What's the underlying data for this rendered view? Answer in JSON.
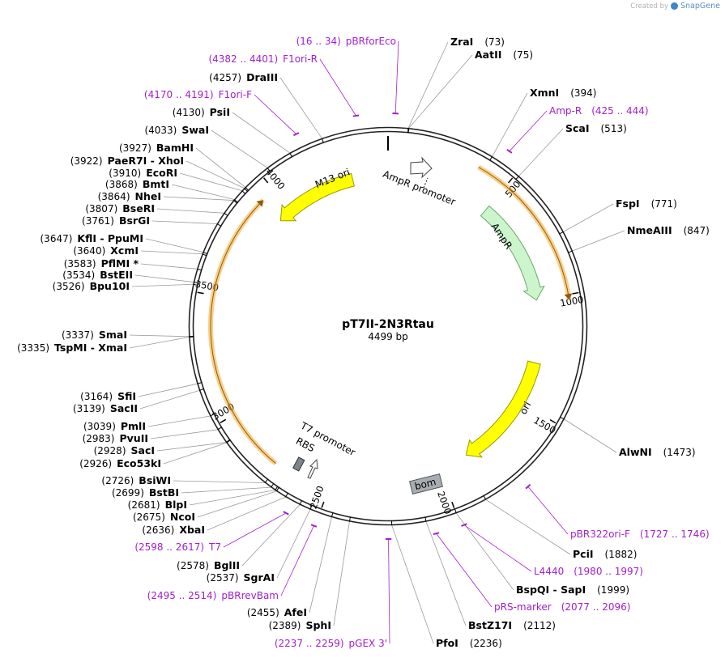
{
  "credit": {
    "prefix": "Created by",
    "brand": "SnapGene"
  },
  "plasmid": {
    "name": "pT7II-2N3Rtau",
    "length_label": "4499 bp",
    "length": 4499
  },
  "ticks": [
    {
      "bp": 500,
      "label": "500"
    },
    {
      "bp": 1000,
      "label": "1000"
    },
    {
      "bp": 1500,
      "label": "1500"
    },
    {
      "bp": 2000,
      "label": "2000"
    },
    {
      "bp": 2500,
      "label": "2500"
    },
    {
      "bp": 3000,
      "label": "3000"
    },
    {
      "bp": 3500,
      "label": "3500"
    },
    {
      "bp": 4000,
      "label": "4000"
    }
  ],
  "features": [
    {
      "name": "AmpR",
      "label": "AmpR",
      "start": 500,
      "end": 1000,
      "color": "#ccf5cc",
      "stroke": "#6aa86a"
    },
    {
      "name": "ori",
      "label": "ori",
      "start": 1300,
      "end": 1860,
      "color": "#ffff00",
      "stroke": "#999900"
    },
    {
      "name": "M13 ori",
      "label": "M13 ori",
      "start": 4330,
      "end": 3930,
      "color": "#ffff00",
      "stroke": "#999900"
    }
  ],
  "small_features": [
    {
      "name": "AmpR promoter",
      "label": "AmpR promoter",
      "type": "promoter"
    },
    {
      "name": "bom",
      "label": "bom",
      "type": "misc"
    },
    {
      "name": "T7 promoter",
      "label": "T7 promoter",
      "type": "promoter"
    },
    {
      "name": "RBS",
      "label": "RBS",
      "type": "rbs"
    }
  ],
  "sites": [
    {
      "name": "ZraI",
      "pos": "(73)",
      "bp": 73
    },
    {
      "name": "AatII",
      "pos": "(75)",
      "bp": 75
    },
    {
      "name": "XmnI",
      "pos": "(394)",
      "bp": 394
    },
    {
      "name": "ScaI",
      "pos": "(513)",
      "bp": 513
    },
    {
      "name": "FspI",
      "pos": "(771)",
      "bp": 771
    },
    {
      "name": "NmeAIII",
      "pos": "(847)",
      "bp": 847
    },
    {
      "name": "AlwNI",
      "pos": "(1473)",
      "bp": 1473
    },
    {
      "name": "PciI",
      "pos": "(1882)",
      "bp": 1882
    },
    {
      "name": "BspQI - SapI",
      "pos": "(1999)",
      "bp": 1999
    },
    {
      "name": "BstZ17I",
      "pos": "(2112)",
      "bp": 2112
    },
    {
      "name": "PfoI",
      "pos": "(2236)",
      "bp": 2236
    },
    {
      "name": "SphI",
      "pos": "(2389)",
      "bp": 2389
    },
    {
      "name": "AfeI",
      "pos": "(2455)",
      "bp": 2455
    },
    {
      "name": "SgrAI",
      "pos": "(2537)",
      "bp": 2537
    },
    {
      "name": "BglII",
      "pos": "(2578)",
      "bp": 2578
    },
    {
      "name": "XbaI",
      "pos": "(2636)",
      "bp": 2636
    },
    {
      "name": "NcoI",
      "pos": "(2675)",
      "bp": 2675
    },
    {
      "name": "BlpI",
      "pos": "(2681)",
      "bp": 2681
    },
    {
      "name": "BstBI",
      "pos": "(2699)",
      "bp": 2699
    },
    {
      "name": "BsiWI",
      "pos": "(2726)",
      "bp": 2726
    },
    {
      "name": "Eco53kI",
      "pos": "(2926)",
      "bp": 2926
    },
    {
      "name": "SacI",
      "pos": "(2928)",
      "bp": 2928
    },
    {
      "name": "PvuII",
      "pos": "(2983)",
      "bp": 2983
    },
    {
      "name": "PmlI",
      "pos": "(3039)",
      "bp": 3039
    },
    {
      "name": "SacII",
      "pos": "(3139)",
      "bp": 3139
    },
    {
      "name": "SfiI",
      "pos": "(3164)",
      "bp": 3164
    },
    {
      "name": "TspMI - XmaI",
      "pos": "(3335)",
      "bp": 3335
    },
    {
      "name": "SmaI",
      "pos": "(3337)",
      "bp": 3337
    },
    {
      "name": "Bpu10I",
      "pos": "(3526)",
      "bp": 3526
    },
    {
      "name": "BstEII",
      "pos": "(3534)",
      "bp": 3534
    },
    {
      "name": "PflMI *",
      "pos": "(3583)",
      "bp": 3583
    },
    {
      "name": "XcmI",
      "pos": "(3640)",
      "bp": 3640
    },
    {
      "name": "KflI - PpuMI",
      "pos": "(3647)",
      "bp": 3647
    },
    {
      "name": "BsrGI",
      "pos": "(3761)",
      "bp": 3761
    },
    {
      "name": "BseRI",
      "pos": "(3807)",
      "bp": 3807
    },
    {
      "name": "NheI",
      "pos": "(3864)",
      "bp": 3864
    },
    {
      "name": "BmtI",
      "pos": "(3868)",
      "bp": 3868
    },
    {
      "name": "EcoRI",
      "pos": "(3910)",
      "bp": 3910
    },
    {
      "name": "PaeR7I - XhoI",
      "pos": "(3922)",
      "bp": 3922
    },
    {
      "name": "BamHI",
      "pos": "(3927)",
      "bp": 3927
    },
    {
      "name": "SwaI",
      "pos": "(4033)",
      "bp": 4033
    },
    {
      "name": "PsiI",
      "pos": "(4130)",
      "bp": 4130
    },
    {
      "name": "DraIII",
      "pos": "(4257)",
      "bp": 4257
    }
  ],
  "primers": [
    {
      "name": "pBRforEco",
      "range": "(16 .. 34)",
      "bp": 25
    },
    {
      "name": "Amp-R",
      "range": "(425 .. 444)",
      "bp": 434
    },
    {
      "name": "pBR322ori-F",
      "range": "(1727 .. 1746)",
      "bp": 1736
    },
    {
      "name": "L4440",
      "range": "(1980 .. 1997)",
      "bp": 1988
    },
    {
      "name": "pRS-marker",
      "range": "(2077 .. 2096)",
      "bp": 2086
    },
    {
      "name": "pGEX 3'",
      "range": "(2237 .. 2259)",
      "bp": 2248
    },
    {
      "name": "pBRrevBam",
      "range": "(2495 .. 2514)",
      "bp": 2504
    },
    {
      "name": "T7",
      "range": "(2598 .. 2617)",
      "bp": 2607
    },
    {
      "name": "F1ori-F",
      "range": "(4170 .. 4191)",
      "bp": 4180
    },
    {
      "name": "F1ori-R",
      "range": "(4382 .. 4401)",
      "bp": 4391
    }
  ],
  "colors": {
    "primer": "#a020d0",
    "orf": "#f5a623",
    "backbone": "#222222",
    "bom": "#a8adb3"
  }
}
